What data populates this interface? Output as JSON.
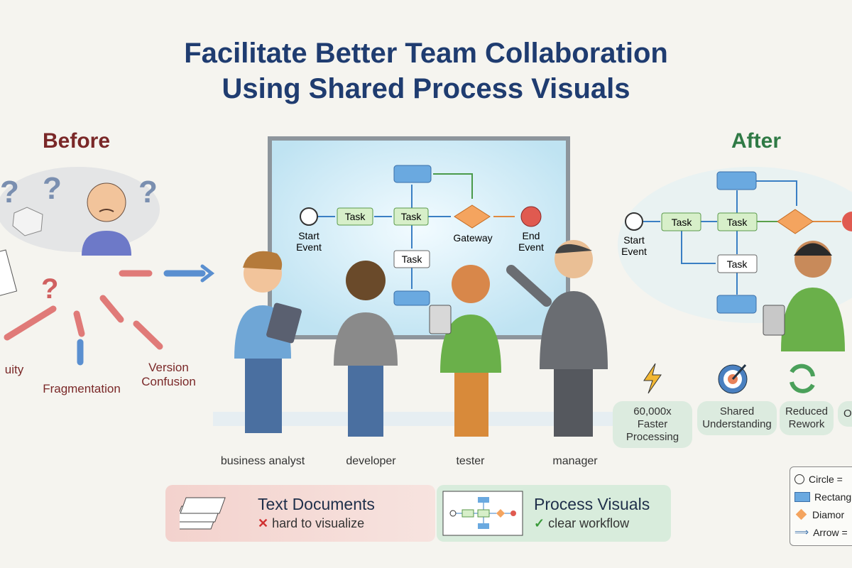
{
  "title": {
    "line1": "Facilitate Better Team Collaboration",
    "line2": "Using Shared Process Visuals"
  },
  "before": {
    "heading": "Before",
    "issues": [
      "uity",
      "Fragmentation",
      "Version\nConfusion"
    ]
  },
  "after": {
    "heading": "After"
  },
  "whiteboard": {
    "start_label": "Start\nEvent",
    "gateway_label": "Gateway",
    "end_label": "End\nEvent",
    "task": "Task"
  },
  "roles": [
    "business analyst",
    "developer",
    "tester",
    "manager"
  ],
  "after_diagram": {
    "start_label": "Start\nEvent",
    "task": "Task"
  },
  "benefits": [
    {
      "label": "60,000x Faster\nProcessing",
      "icon": "lightning-icon"
    },
    {
      "label": "Shared\nUnderstanding",
      "icon": "target-icon"
    },
    {
      "label": "Reduced\nRework",
      "icon": "refresh-icon"
    },
    {
      "label": "O",
      "icon": ""
    }
  ],
  "legend": [
    "Circle =",
    "Rectang",
    "Diamor",
    "Arrow ="
  ],
  "comparison": {
    "text_docs": {
      "title": "Text Documents",
      "mark": "✕",
      "sub": "hard to visualize"
    },
    "process_visuals": {
      "title": "Process Visuals",
      "mark": "✓",
      "sub": "clear workflow"
    }
  },
  "colors": {
    "title": "#1f3c70",
    "before": "#7a2828",
    "after": "#2f7a45",
    "task_fill": "#d7efc9",
    "rect_fill": "#6aa9e0",
    "gateway": "#f4a45f",
    "end_event": "#e05a50"
  }
}
